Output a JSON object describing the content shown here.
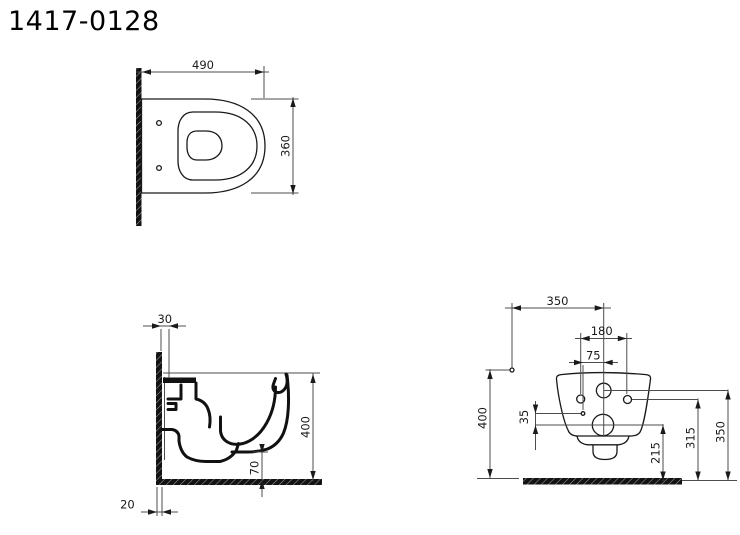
{
  "title": "1417-0128",
  "drawing": {
    "top_view": {
      "dim_length": "490",
      "dim_width": "360"
    },
    "side_view": {
      "dim_wall_offset": "30",
      "dim_height": "400",
      "dim_outlet_clearance": "70",
      "dim_wall_gap": "20"
    },
    "rear_view": {
      "dim_supply_lateral": "350",
      "dim_fixing_spacing": "180",
      "dim_fixing_offset": "75",
      "dim_supply_height": "400",
      "dim_offset_small": "35",
      "dim_outlet_height": "215",
      "dim_fixing_height": "315",
      "dim_inlet_height": "350"
    }
  },
  "colors": {
    "background": "#ffffff",
    "outline": "#1a1a1a",
    "dimension_line": "#4d4d4d",
    "section_fill": "#111111"
  }
}
